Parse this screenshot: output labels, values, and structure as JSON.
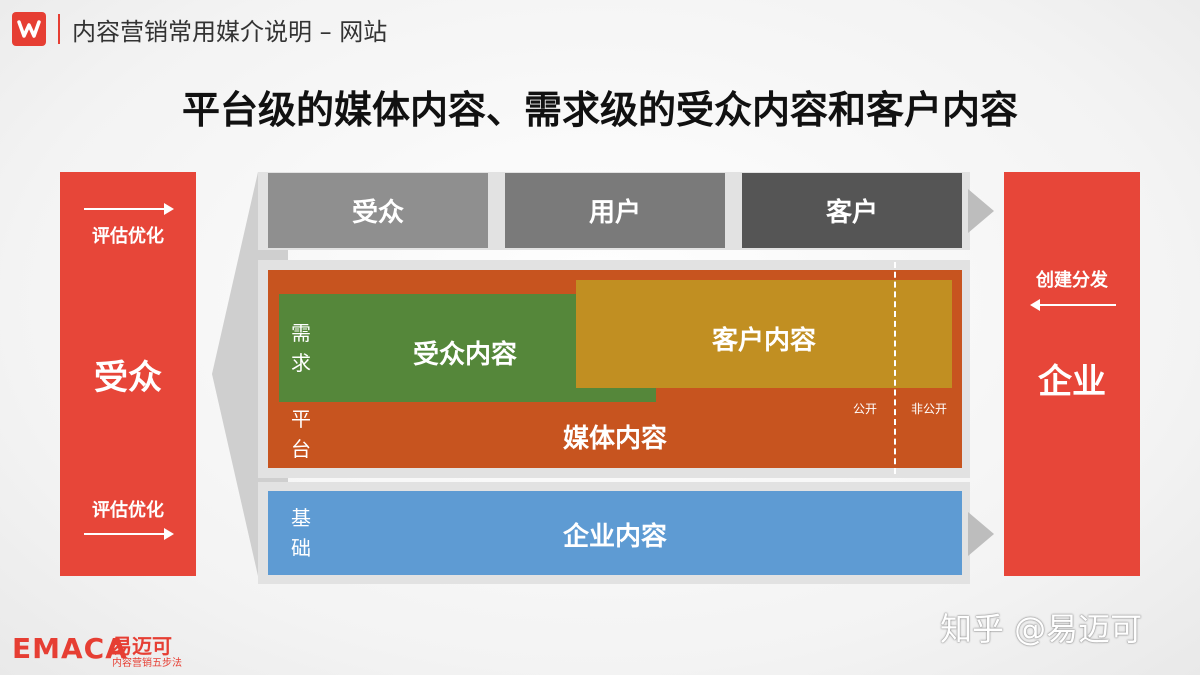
{
  "header": {
    "title": "内容营销常用媒介说明 – 网站"
  },
  "main_title": "平台级的媒体内容、需求级的受众内容和客户内容",
  "left_panel": {
    "top_label": "评估优化",
    "center_label": "受众",
    "bottom_label": "评估优化"
  },
  "right_panel": {
    "top_label": "创建分发",
    "center_label": "企业"
  },
  "top_row": {
    "items": [
      "受众",
      "用户",
      "客户"
    ]
  },
  "middle": {
    "side_label_demand": "需求",
    "side_label_platform": "平台",
    "audience_content": "受众内容",
    "customer_content": "客户内容",
    "media_content": "媒体内容",
    "public_label": "公开",
    "nonpublic_label": "非公开"
  },
  "bottom_row": {
    "side_label": "基础",
    "content": "企业内容"
  },
  "footer": {
    "brand": "EMACA",
    "brand_cn": "易迈可",
    "tagline": "内容营销五步法",
    "watermark": "知乎 @易迈可"
  },
  "colors": {
    "red": "#e74639",
    "gray1": "#8f8f8f",
    "gray2": "#7a7a7a",
    "gray3": "#555555",
    "orange": "#c7541f",
    "green": "#55873a",
    "gold": "#c18f22",
    "blue": "#5e9bd3"
  }
}
